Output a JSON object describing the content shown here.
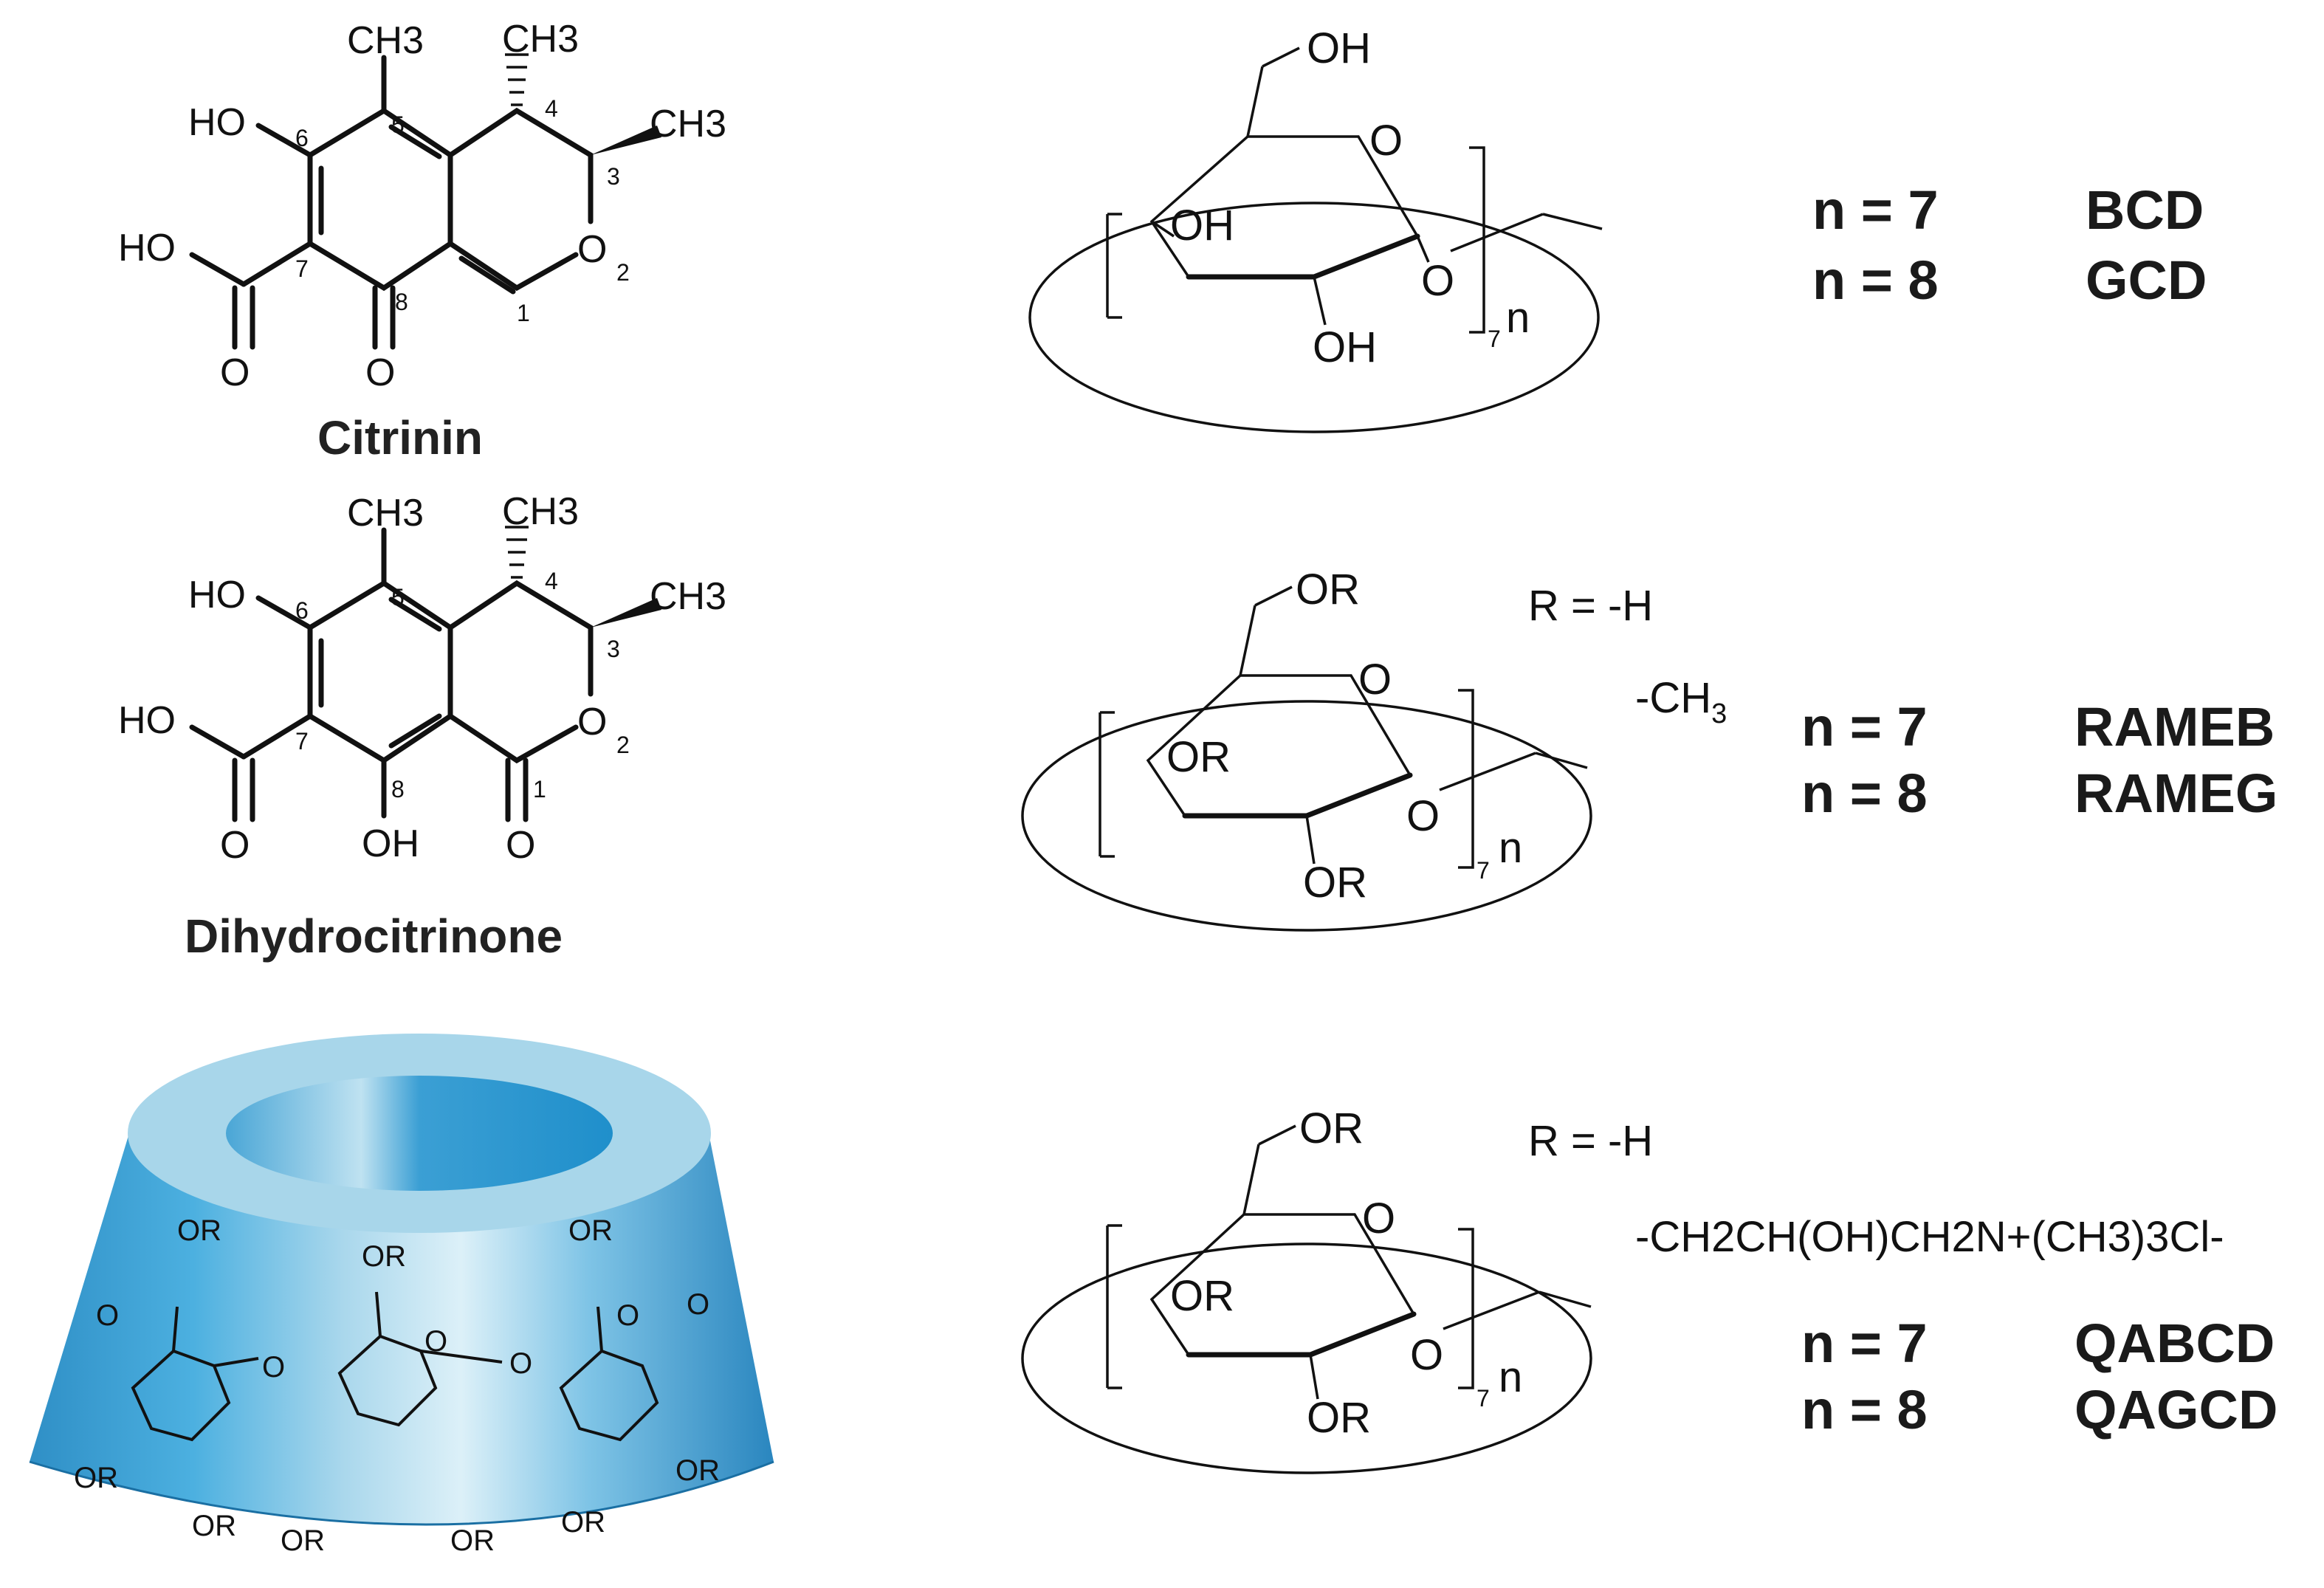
{
  "molecules": {
    "citrinin": {
      "name": "Citrinin",
      "labels": {
        "ch3_top": "CH3",
        "ch3_4": "CH3",
        "ch3_3": "CH3",
        "ho6": "HO",
        "hooc": "HO",
        "o_ring": "O",
        "o_keto": "O",
        "o_acid": "O"
      },
      "locants": [
        "1",
        "2",
        "3",
        "4",
        "5",
        "6",
        "7",
        "8"
      ]
    },
    "dihydrocitrinone": {
      "name": "Dihydrocitrinone",
      "labels": {
        "ch3_top": "CH3",
        "ch3_4": "CH3",
        "ch3_3": "CH3",
        "ho6": "HO",
        "hooc": "HO",
        "o_ring": "O",
        "oh8": "OH",
        "o_lactone": "O",
        "o_acid": "O"
      },
      "locants": [
        "1",
        "2",
        "3",
        "4",
        "5",
        "6",
        "7",
        "8"
      ]
    }
  },
  "cyclodextrins": {
    "native": {
      "labels": {
        "oh6": "OH",
        "o_ring": "O",
        "oh3": "OH",
        "oh2": "OH",
        "o_link": "O",
        "sub7": "7",
        "n": "n"
      },
      "rows": [
        {
          "n": "n = 7",
          "name": "BCD"
        },
        {
          "n": "n = 8",
          "name": "GCD"
        }
      ],
      "color": "#1a1a1a"
    },
    "methylated": {
      "labels": {
        "or6": "OR",
        "o_ring": "O",
        "or3": "OR",
        "or2": "OR",
        "o_link": "O",
        "sub7": "7",
        "n": "n"
      },
      "r_def": "R =  -H",
      "r_alt": "-CH",
      "r_alt_sub": "3",
      "rows": [
        {
          "n": "n = 7",
          "name": "RAMEB"
        },
        {
          "n": "n = 8",
          "name": "RAMEG"
        }
      ],
      "color": "#ee2a24"
    },
    "quaternary": {
      "labels": {
        "or6": "OR",
        "o_ring": "O",
        "or3": "OR",
        "or2": "OR",
        "o_link": "O",
        "sub7": "7",
        "n": "n"
      },
      "r_def": "R =  -H",
      "r_alt": "-CH2CH(OH)CH2N+(CH3)3Cl-",
      "rows": [
        {
          "n": "n = 7",
          "name": "QABCD"
        },
        {
          "n": "n = 8",
          "name": "QAGCD"
        }
      ],
      "color": "#2e2180"
    }
  },
  "cone": {
    "labels": [
      "OR",
      "OR",
      "OR",
      "OR",
      "OR",
      "OR",
      "OR",
      "OR",
      "OR",
      "O",
      "O",
      "O",
      "O",
      "O",
      "O"
    ],
    "colors": {
      "top": "#9fd0e6",
      "body": "#3aa0d8",
      "light": "#d8ecf5",
      "dark": "#1e7ab2"
    }
  }
}
